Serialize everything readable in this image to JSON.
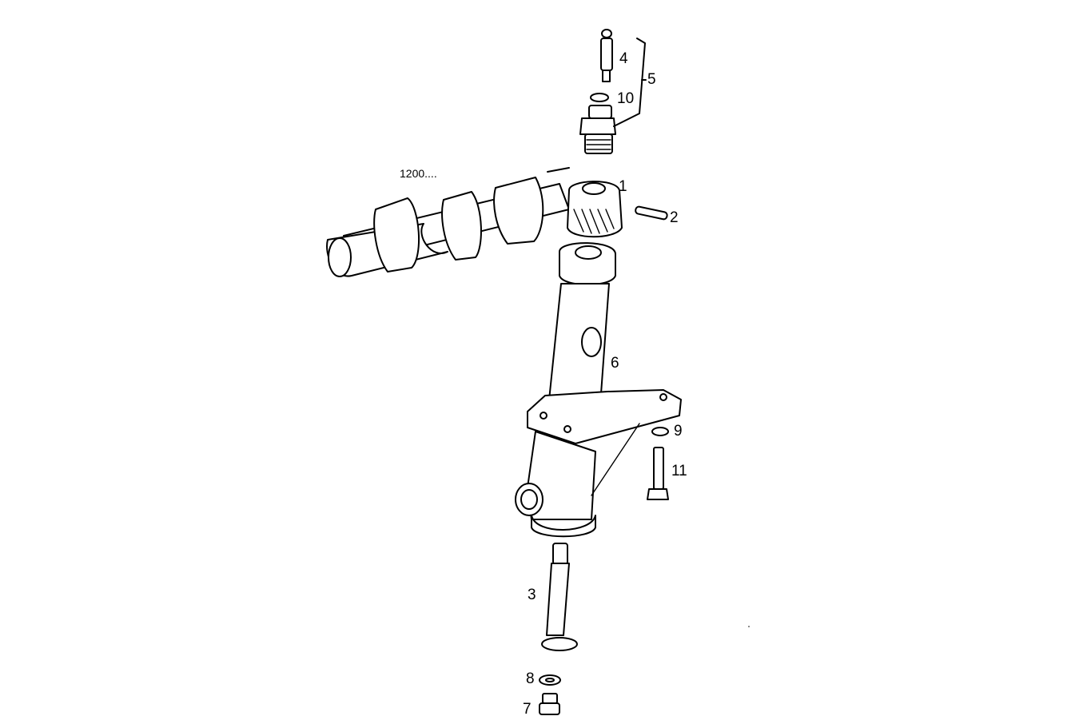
{
  "diagram": {
    "type": "exploded-parts-view",
    "reference_note": "1200....",
    "callouts": [
      {
        "id": "1",
        "label": "1",
        "part": "drive gear"
      },
      {
        "id": "2",
        "label": "2",
        "part": "pin"
      },
      {
        "id": "3",
        "label": "3",
        "part": "shaft"
      },
      {
        "id": "4",
        "label": "4",
        "part": "plug/sensor"
      },
      {
        "id": "5",
        "label": "5",
        "part": "assembly (4 + 10 + fitting)"
      },
      {
        "id": "6",
        "label": "6",
        "part": "housing/support"
      },
      {
        "id": "7",
        "label": "7",
        "part": "plug"
      },
      {
        "id": "8",
        "label": "8",
        "part": "washer"
      },
      {
        "id": "9",
        "label": "9",
        "part": "washer"
      },
      {
        "id": "10",
        "label": "10",
        "part": "snap ring"
      },
      {
        "id": "11",
        "label": "11",
        "part": "bolt"
      }
    ]
  }
}
